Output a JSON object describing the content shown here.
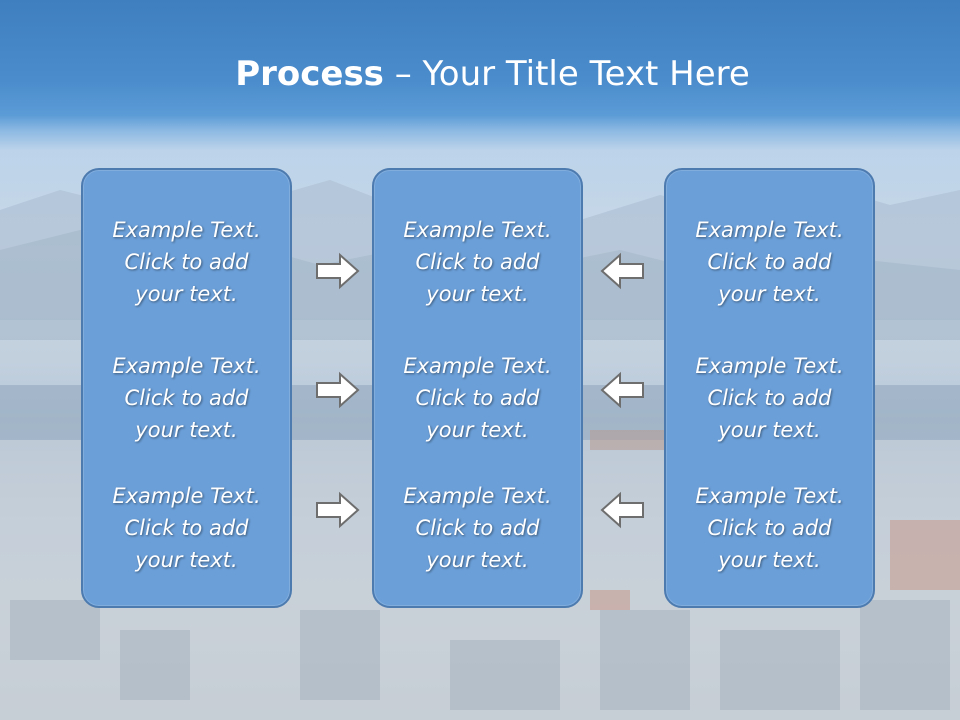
{
  "slide": {
    "title_bold": "Process",
    "title_rest": " – Your Title Text Here"
  },
  "columns": [
    {
      "blocks": [
        [
          "Example Text.",
          "Click  to add",
          "your text."
        ],
        [
          "Example Text.",
          "Click  to add",
          "your text."
        ],
        [
          "Example Text.",
          "Click  to add",
          "your text."
        ]
      ]
    },
    {
      "blocks": [
        [
          "Example Text.",
          "Click  to add",
          "your text."
        ],
        [
          "Example Text.",
          "Click  to add",
          "your text."
        ],
        [
          "Example Text.",
          "Click  to add",
          "your text."
        ]
      ]
    },
    {
      "blocks": [
        [
          "Example Text.",
          "Click  to add",
          "your text."
        ],
        [
          "Example Text.",
          "Click  to add",
          "your text."
        ],
        [
          "Example Text.",
          "Click  to add",
          "your text."
        ]
      ]
    }
  ],
  "arrows": {
    "left_group": "arrow-right-icon",
    "right_group": "arrow-left-icon"
  },
  "colors": {
    "header_blue": "#3f7fbf",
    "box_fill": "#6b9fd8",
    "box_border": "#4d7bb0",
    "text": "#ffffff"
  }
}
